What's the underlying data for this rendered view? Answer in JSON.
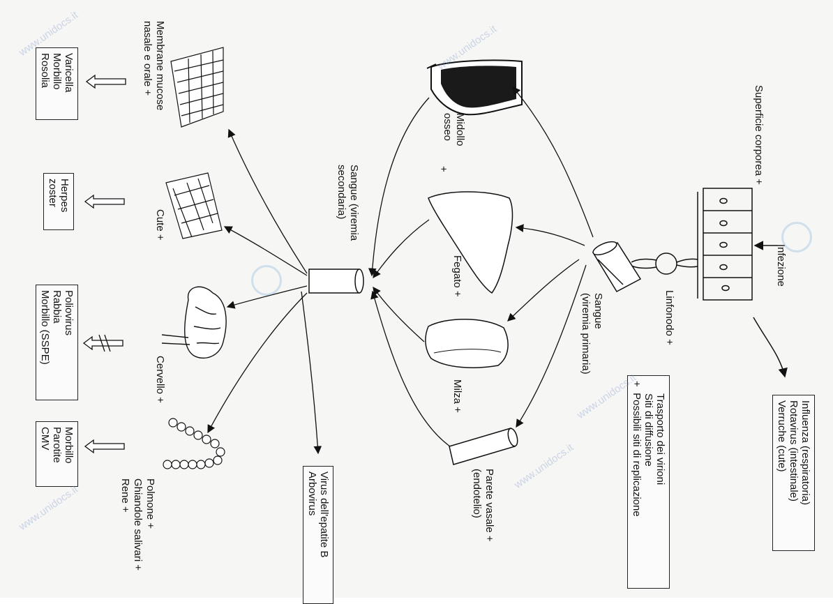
{
  "top": {
    "infection": "Infezione",
    "body_surface": "Superficie corporea +",
    "lymph_node": "Linfonodo +"
  },
  "top_box": {
    "lines": [
      "Influenza (respiratoria)",
      "Rotavirus (intestinale)",
      "Verruche (cute)"
    ]
  },
  "legend": {
    "arrow_label": "Trasporto dei virioni",
    "spread_label": "Siti di diffusione",
    "replication_label": "Possibili siti di replicazione",
    "plus_symbol": "+"
  },
  "middle": {
    "primary_viremia": [
      "Sangue",
      "(viremia primaria)"
    ],
    "bone_marrow": [
      "Midollo",
      "osseo"
    ],
    "bone_marrow_plus": "+",
    "liver": "Fegato +",
    "spleen": "Milza +",
    "vessel_wall": [
      "Parete vasale +",
      "(endotelio)"
    ]
  },
  "secondary": {
    "blood": [
      "Sangue (viremia",
      "secondaria)"
    ]
  },
  "hepatitis_box": {
    "lines": [
      "Virus dell'epatite B",
      "Arbovirus"
    ]
  },
  "organs": {
    "mucosa": [
      "Membrane mucose",
      "nasale e orale +"
    ],
    "skin": "Cute +",
    "brain": "Cervello +",
    "lung": [
      "Polmone +",
      "Ghiandole salivari +",
      "Rene +"
    ]
  },
  "disease_boxes": {
    "mucosa": [
      "Varicella",
      "Morbillo",
      "Rosolia"
    ],
    "skin": [
      "Herpes",
      "zoster"
    ],
    "brain": [
      "Poliovirus",
      "Rabbia",
      "Morbillo (SSPE)"
    ],
    "lung": [
      "Morbillo",
      "Parotite",
      "CMV"
    ]
  },
  "watermark": "www.unidocs.it"
}
